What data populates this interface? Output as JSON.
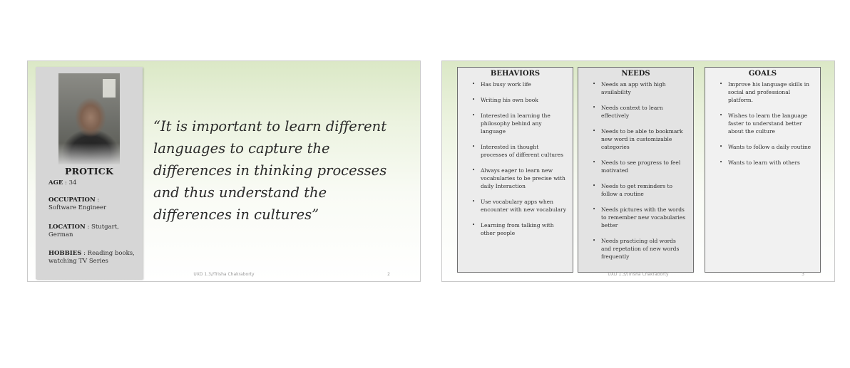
{
  "slide2": {
    "persona": {
      "name": "PROTICK",
      "age_label": "AGE",
      "age_value": ": 34",
      "occupation_label": "OCCUPATION",
      "occupation_value": " :",
      "occupation_detail": "Software Engineer",
      "location_label": "LOCATION",
      "location_value": " : Stutgart, German",
      "hobbies_label": "HOBBIES",
      "hobbies_value": " : Reading books, watching TV Series"
    },
    "quote": "“It is important to learn different languages to capture the differences in thinking processes and thus understand the differences in cultures”",
    "footer": "UXD 1.3//Trisha Chakraborty",
    "page_number": "2"
  },
  "slide3": {
    "behaviors": {
      "title": "BEHAVIORS",
      "items": [
        "Has busy work life",
        "Writing his own book",
        "Interested in learning the philosophy behind any language",
        "Interested in thought processes of different cultures",
        "Always eager to learn new vocabularies to be precise with daily Interaction",
        "Use vocabulary apps when encounter with new vocabulary",
        "Learning from talking with other people"
      ]
    },
    "needs": {
      "title": "NEEDS",
      "items": [
        "Needs an app with high availability",
        "Needs context to learn effectively",
        "Needs to be able to bookmark new word in customizable categories",
        "Needs to see progress to feel motivated",
        "Needs to get reminders to follow a routine",
        "Needs pictures with the words to remember new vocabularies better",
        "Needs practicing old words and repetation of new words frequently"
      ]
    },
    "goals": {
      "title": "GOALS",
      "items": [
        "Improve his language skills in social and professional platform.",
        "Wishes to learn the language faster to understand better about the culture",
        "Wants to follow a daily routine",
        "Wants to learn with others"
      ]
    },
    "footer": "UXD 1.3//Trisha Chakraborty",
    "page_number": "3"
  }
}
